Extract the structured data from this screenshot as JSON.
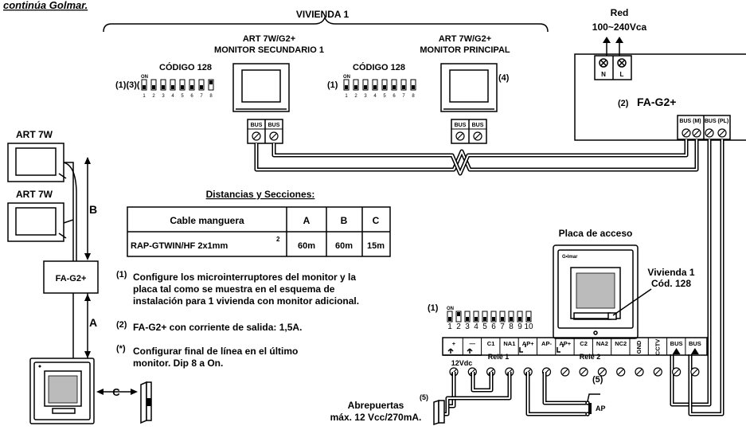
{
  "header": {
    "page_label": "continúa Golmar.",
    "vivienda": "VIVIENDA 1"
  },
  "monitor_secundario": {
    "model": "ART 7W/G2+",
    "role": "MONITOR SECUNDARIO 1",
    "codigo": "CÓDIGO 128",
    "notes": "(1)(3)(*)"
  },
  "monitor_principal": {
    "model": "ART 7W/G2+",
    "role": "MONITOR PRINCIPAL",
    "codigo": "CÓDIGO 128",
    "notes": "(1)",
    "note_right": "(4)"
  },
  "dip8": {
    "on": "ON",
    "nums": [
      "1",
      "2",
      "3",
      "4",
      "5",
      "6",
      "7",
      "8"
    ]
  },
  "dip10": {
    "note": "(1)",
    "on": "ON",
    "nums": [
      "1",
      "2",
      "3",
      "4",
      "5",
      "6",
      "7",
      "8",
      "9",
      "10"
    ]
  },
  "terminal_bus": "BUS",
  "power": {
    "red": "Red",
    "volt": "100~240Vca",
    "n": "N",
    "l": "L",
    "note": "(2)",
    "model": "FA-G2+",
    "bus_m": "BUS (M)",
    "bus_pl": "BUS (PL)"
  },
  "left": {
    "art1": "ART 7W",
    "art2": "ART 7W",
    "b": "B",
    "a": "A",
    "c": "C",
    "psu": "FA-G2+"
  },
  "table": {
    "title": "Distancias y Secciones:",
    "headers": [
      "Cable manguera",
      "A",
      "B",
      "C"
    ],
    "row": [
      "RAP-GTWIN/HF 2x1mm",
      "60m",
      "60m",
      "15m"
    ],
    "sup": "2"
  },
  "notes": [
    {
      "mark": "(1)",
      "lines": [
        "Configure los microinterruptores del monitor y la",
        "placa tal como se muestra en el esquema de",
        "instalación para 1 vivienda con monitor adicional."
      ]
    },
    {
      "mark": "(2)",
      "lines": [
        "FA-G2+ con corriente de salida: 1,5A."
      ]
    },
    {
      "mark": "(*)",
      "lines": [
        "Configurar final de línea en el último",
        "monitor. Dip 8 a On."
      ]
    }
  ],
  "placa": {
    "title": "Placa de acceso",
    "vivienda": "Vivienda 1",
    "codigo": "Cód. 128"
  },
  "terminal_block": {
    "labels": [
      "+",
      "—",
      "C1",
      "NA1",
      "AP+",
      "AP-",
      "AP+",
      "C2",
      "NA2",
      "NC2",
      "GND",
      "CCTV",
      "BUS",
      "BUS"
    ],
    "v12": "12Vdc",
    "rele1": "Relé 1",
    "rele2": "Relé 2",
    "note5": "(5)"
  },
  "abrepuertas": {
    "line1": "Abrepuertas",
    "line2": "máx. 12 Vcc/270mA.",
    "note": "(5)",
    "ap": "AP"
  }
}
